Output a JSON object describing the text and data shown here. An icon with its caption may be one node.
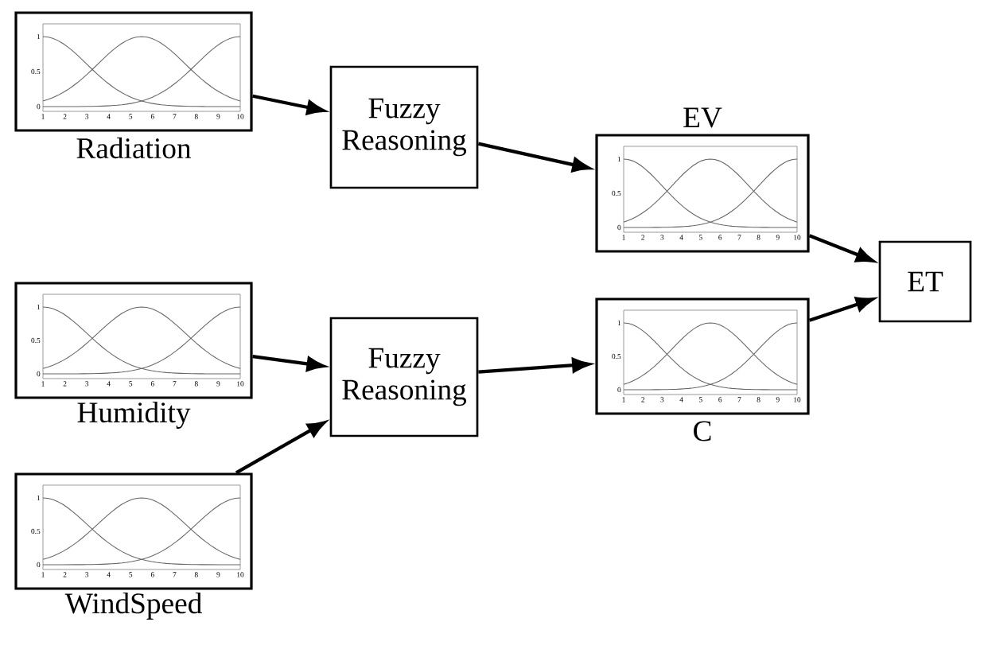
{
  "diagram": {
    "nodes": [
      {
        "text": [
          "Radiation"
        ]
      },
      {
        "text": [
          "Fuzzy Reasoning"
        ]
      },
      {
        "text": [
          "EV"
        ]
      },
      {
        "text": [
          "Humidity"
        ]
      },
      {
        "text": [
          "Fuzzy Reasoning"
        ]
      },
      {
        "text": [
          "C"
        ]
      },
      {
        "text": [
          "ET"
        ]
      },
      {
        "text": [
          "WindSpeed"
        ]
      }
    ],
    "edges": [
      {
        "from": 0,
        "to": 1,
        "arrow": "to"
      },
      {
        "from": 3,
        "to": 4,
        "arrow": "to"
      },
      {
        "from": 7,
        "to": 4,
        "arrow": "to"
      },
      {
        "from": 1,
        "to": 2,
        "arrow": "to"
      },
      {
        "from": 4,
        "to": 5,
        "arrow": "to"
      },
      {
        "from": 2,
        "to": 6,
        "arrow": "to"
      },
      {
        "from": 5,
        "to": 6,
        "arrow": "to"
      }
    ],
    "labels": [
      "0",
      "0.5",
      "1",
      "1",
      "2",
      "3",
      "4",
      "5",
      "6",
      "7",
      "8",
      "9",
      "10",
      "0",
      "0.5",
      "1",
      "1",
      "2",
      "3",
      "4",
      "5",
      "6",
      "7",
      "8",
      "9",
      "10",
      "0",
      "0.5",
      "1",
      "1",
      "2",
      "3",
      "4",
      "5",
      "6",
      "7",
      "8",
      "9",
      "10",
      "0",
      "0.5",
      "1",
      "1",
      "2",
      "3",
      "4",
      "5",
      "6",
      "7",
      "8",
      "9",
      "10",
      "0",
      "0.5",
      "1",
      "1",
      "2",
      "3",
      "4",
      "5",
      "6",
      "7",
      "8",
      "9",
      "10"
    ]
  }
}
